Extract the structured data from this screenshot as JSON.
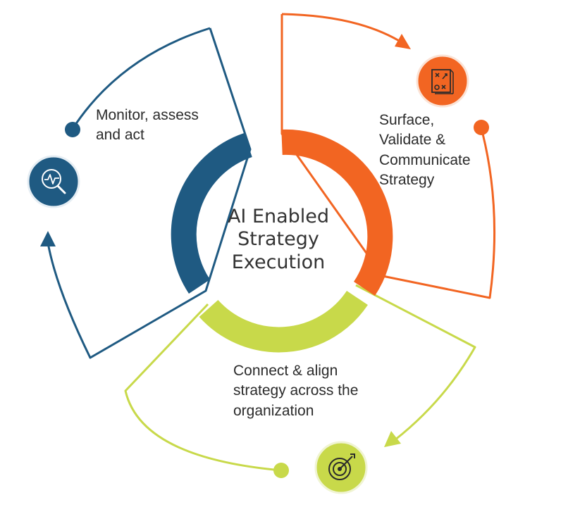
{
  "center": {
    "lines": [
      "AI Enabled",
      "Strategy",
      "Execution"
    ]
  },
  "steps": [
    {
      "lines": [
        "Monitor, assess",
        "and act"
      ],
      "icon": "monitor-magnifier-icon",
      "color": "#1f5a82"
    },
    {
      "lines": [
        "Surface,",
        "Validate &",
        "Communicate",
        "Strategy"
      ],
      "icon": "strategy-board-icon",
      "color": "#f26522"
    },
    {
      "lines": [
        "Connect & align",
        "strategy across the",
        "organization"
      ],
      "icon": "target-arrow-icon",
      "color": "#c8d94a"
    }
  ]
}
